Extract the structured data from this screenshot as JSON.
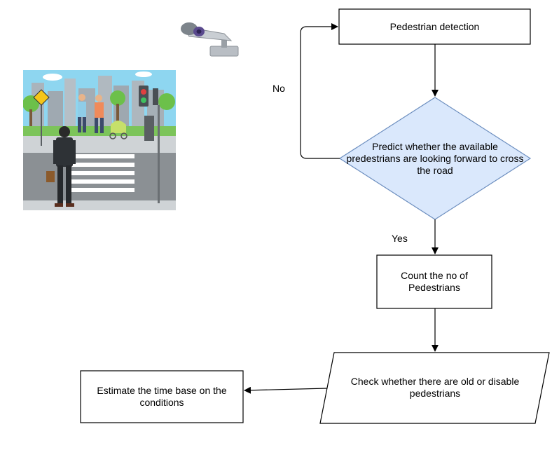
{
  "nodes": {
    "detection": "Pedestrian detection",
    "predict": "Predict whether the available predestrians are looking forward to cross the road",
    "count": "Count the no of Pedestrians",
    "check": "Check whether there are old or disable pedestrians",
    "estimate": "Estimate the time base on the conditions"
  },
  "edges": {
    "no_label": "No",
    "yes_label": "Yes"
  },
  "colors": {
    "decision_fill": "#dae8fc",
    "decision_stroke": "#6c8ebf",
    "box_stroke": "#000000",
    "line": "#000000"
  },
  "icons": {
    "camera": "cctv-camera-icon",
    "scene": "pedestrian-crossing-scene"
  }
}
